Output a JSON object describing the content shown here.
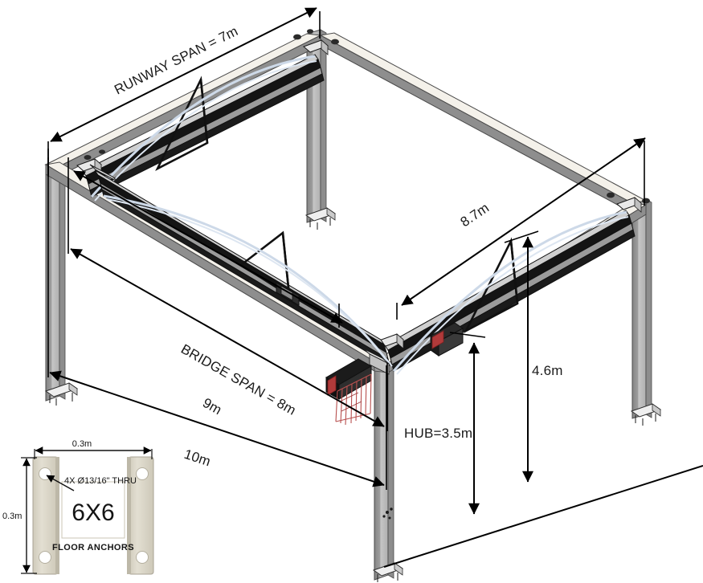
{
  "drawing": {
    "title": "Free-standing bridge crane isometric dimension drawing",
    "background_color": "#ffffff",
    "line_color": "#000000",
    "structure_colors": {
      "column_light": "#c9c9c9",
      "column_mid": "#9c9c9c",
      "column_dark": "#7a7a7a",
      "runway_beam_top": "#f4f1ea",
      "runway_beam_side": "#8e8e8e",
      "bridge_dark": "#111111",
      "bridge_mid": "#d9d9d9",
      "cable_blue": "#cdd9e8",
      "festoon_red": "#b03a3a",
      "anchor_plate": "#d9d5c7",
      "anchor_plate_shadow": "#b9b4a4"
    }
  },
  "dimensions": {
    "runway_span": "RUNWAY SPAN = 7m",
    "bridge_span": "BRIDGE SPAN = 8m",
    "depth": "8.7m",
    "nine_m": "9m",
    "ten_m": "10m",
    "overall_height": "4.6m",
    "hook_under_beam": "HUB=3.5m"
  },
  "inset": {
    "name": "floor-anchor-detail",
    "width_dim": "0.3m",
    "height_dim": "0.3m",
    "hole_note": "4X Ø13/16\" THRU",
    "center_label": "6X6",
    "caption": "FLOOR ANCHORS"
  }
}
